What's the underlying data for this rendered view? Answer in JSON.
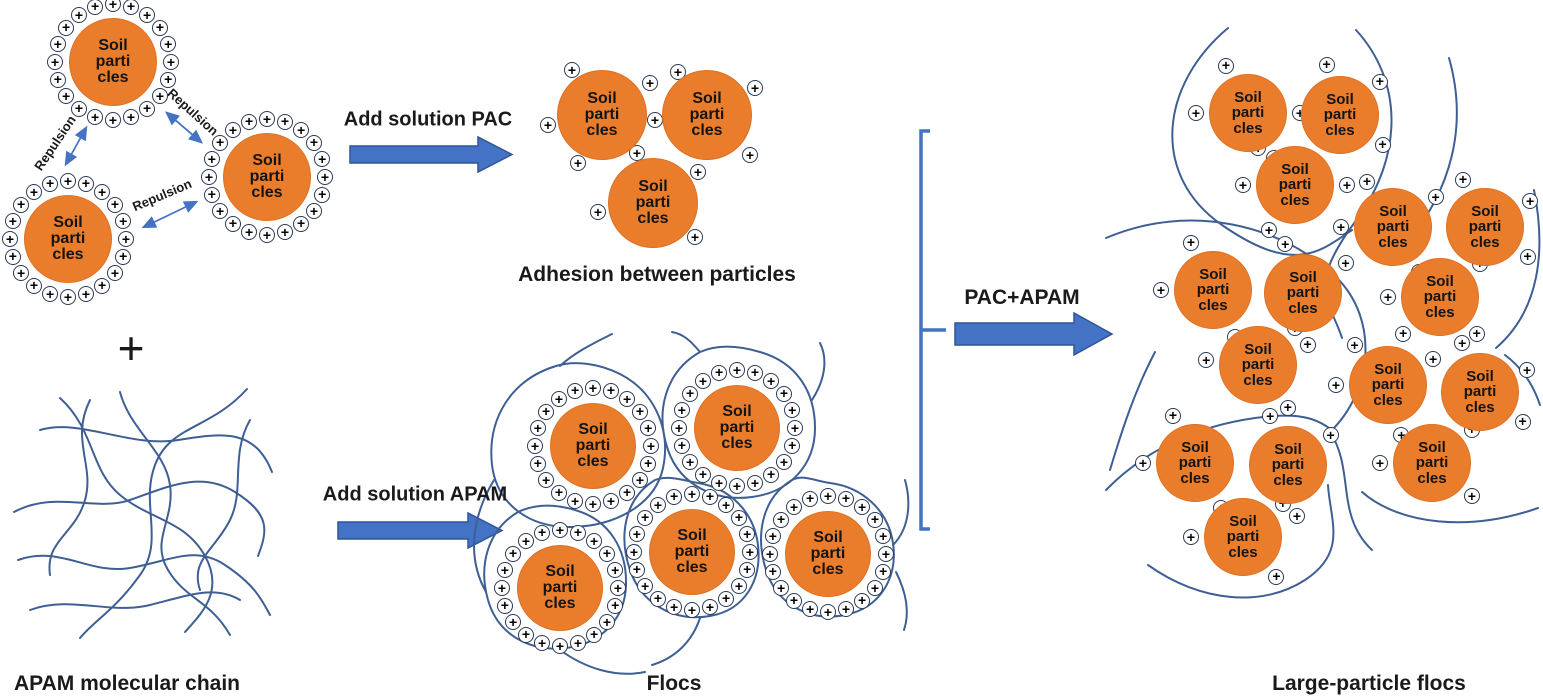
{
  "labels": {
    "add_solution_pac": "Add solution PAC",
    "add_solution_apam": "Add solution APAM",
    "pac_plus_apam": "PAC+APAM",
    "adhesion_caption": "Adhesion between particles",
    "flocs_caption": "Flocs",
    "large_flocs_caption": "Large-particle flocs",
    "apam_chain_caption": "APAM molecular chain",
    "repulsion": "Repulsion",
    "plus_between": "+"
  },
  "particle": {
    "line1": "Soil",
    "line2": "parti",
    "line3": "cles"
  },
  "symbols": {
    "positive_charge": "+"
  },
  "scene": {
    "dispersed_soil_particles": 3,
    "repulsion_arrows": 3,
    "adhesion_particles": 3,
    "floc_particles": 5,
    "large_floc_particles": 15
  },
  "colors": {
    "particle_fill": "#EA7D2C",
    "arrow_blue": "#4472C4",
    "arrow_border_blue": "#2F5597",
    "chain_line_blue": "#3E5F94",
    "charge_ring_border": "#2B3A55",
    "text": "#1A1A1A"
  }
}
